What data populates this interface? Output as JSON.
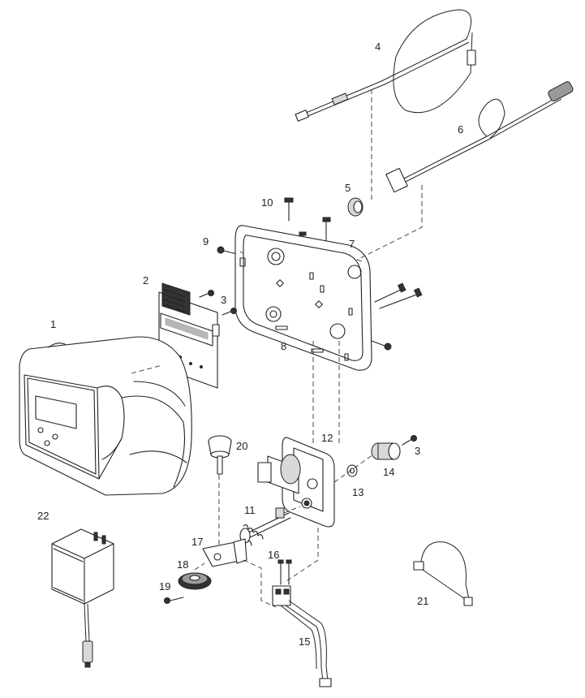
{
  "callouts": {
    "c1": "1",
    "c2": "2",
    "c3a": "3",
    "c3b": "3",
    "c4": "4",
    "c5": "5",
    "c6": "6",
    "c7": "7",
    "c8": "8",
    "c9": "9",
    "c10": "10",
    "c11": "11",
    "c12": "12",
    "c13": "13",
    "c14": "14",
    "c15": "15",
    "c16": "16",
    "c17": "17",
    "c18": "18",
    "c19": "19",
    "c20": "20",
    "c21": "21",
    "c22": "22"
  }
}
